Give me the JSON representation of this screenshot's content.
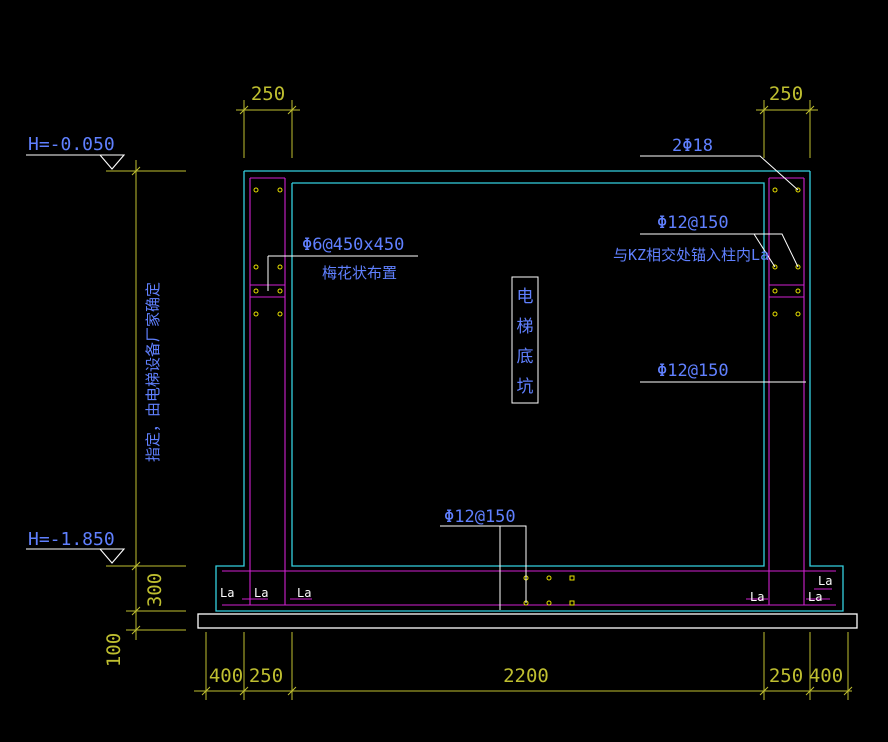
{
  "colors": {
    "background": "#000000",
    "cyan": "#34d0e0",
    "magenta": "#d020d0",
    "white": "#ffffff",
    "dim": "#bfbf30",
    "text_blue": "#6080ff",
    "dot_yellow": "#e8e000"
  },
  "dims": {
    "top_left": "250",
    "top_right": "250",
    "bottom": [
      "400",
      "250",
      "2200",
      "250",
      "400"
    ],
    "side_300": "300",
    "side_100": "100"
  },
  "levels": {
    "top": "H=-0.050",
    "bottom": "H=-1.850"
  },
  "labels": {
    "vertical_note": "指定，由电梯设备厂家确定",
    "rebar_2phi18": "2Φ18",
    "rebar_phi12_a": "Φ12@150",
    "kz_note": "与KZ相交处锚入柱内La",
    "rebar_phi6": "Φ6@450x450",
    "plum_note": "梅花状布置",
    "pit_chars": [
      "电",
      "梯",
      "底",
      "坑"
    ],
    "rebar_phi12_b": "Φ12@150",
    "rebar_phi12_c": "Φ12@150",
    "la": "La"
  }
}
